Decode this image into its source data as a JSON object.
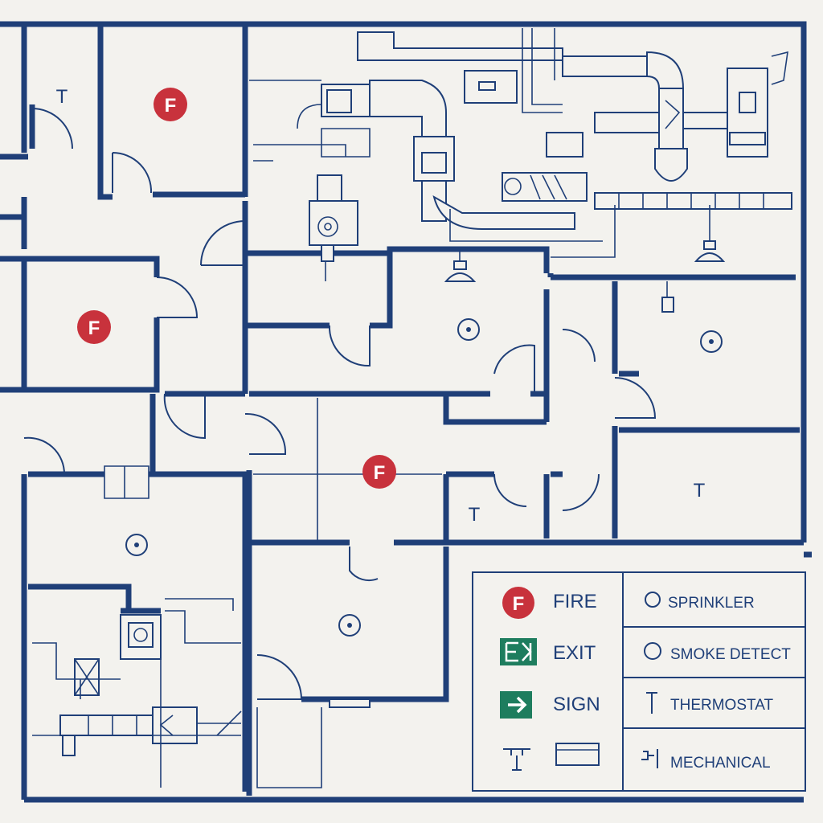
{
  "plan": {
    "fire_label": "F",
    "thermostat_label": "T",
    "colors": {
      "wall": "#1f3f78",
      "fire": "#c8323c",
      "exit": "#1e7d5e",
      "paper": "#f3f2ee"
    }
  },
  "legend": {
    "fire": {
      "icon_text": "F",
      "label": "FIRE"
    },
    "exit": {
      "label": "EXIT"
    },
    "sign": {
      "label": "SIGN"
    },
    "sprinkler": {
      "label": "SPRINKLER"
    },
    "smoke": {
      "label": "SMOKE DETECT"
    },
    "thermostat": {
      "label": "THERMOSTAT"
    },
    "mechanical": {
      "label": "MECHANICAL"
    }
  },
  "icons": [
    "fire-icon",
    "exit-icon",
    "sign-arrow-icon",
    "sprinkler-icon",
    "smoke-detector-icon",
    "thermostat-icon",
    "mechanical-icon",
    "light-fixture-icon",
    "fan-unit-icon",
    "damper-icon"
  ]
}
